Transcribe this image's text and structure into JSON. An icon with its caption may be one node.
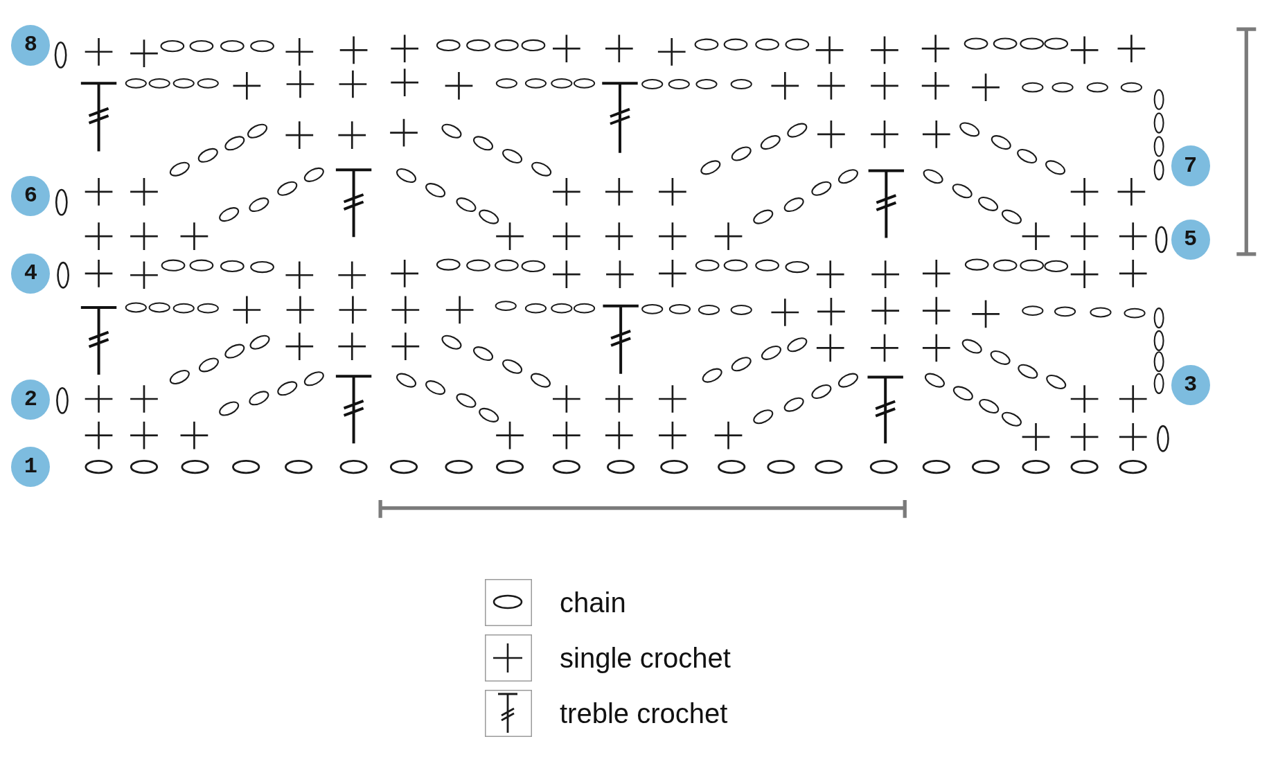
{
  "diagram": {
    "nodes": [
      {
        "text": [
          "8"
        ]
      },
      {
        "text": [
          "7"
        ]
      },
      {
        "text": [
          "6"
        ]
      },
      {
        "text": [
          "5"
        ]
      },
      {
        "text": [
          "4"
        ]
      },
      {
        "text": [
          "3"
        ]
      },
      {
        "text": [
          "2"
        ]
      },
      {
        "text": [
          "1"
        ]
      }
    ],
    "legend": [
      {
        "text": "chain"
      },
      {
        "text": "single crochet"
      },
      {
        "text": "treble crochet"
      }
    ]
  }
}
